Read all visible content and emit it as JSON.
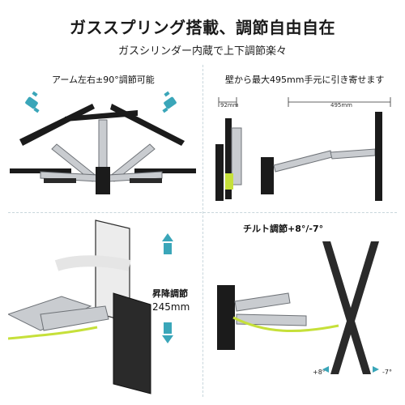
{
  "header": {
    "title": "ガススプリング搭載、調節自由自在",
    "subtitle": "ガスシリンダー内蔵で上下調節楽々"
  },
  "panels": {
    "swivel": {
      "label": "アーム左右±90°調節可能"
    },
    "extend": {
      "label": "壁から最大495mm手元に引き寄せます",
      "dim_near": "92mm",
      "dim_far": "495mm"
    },
    "height": {
      "label": "昇降調節",
      "value": "245mm"
    },
    "tilt": {
      "label": "チルト調節+8°/-7°",
      "plus": "+8°",
      "minus": "-7°"
    }
  },
  "colors": {
    "arrow_teal": "#3aa6b9",
    "arm_silver": "#c9ccd0",
    "monitor_black": "#1b1b1b",
    "accent_green": "#c6e03a"
  }
}
